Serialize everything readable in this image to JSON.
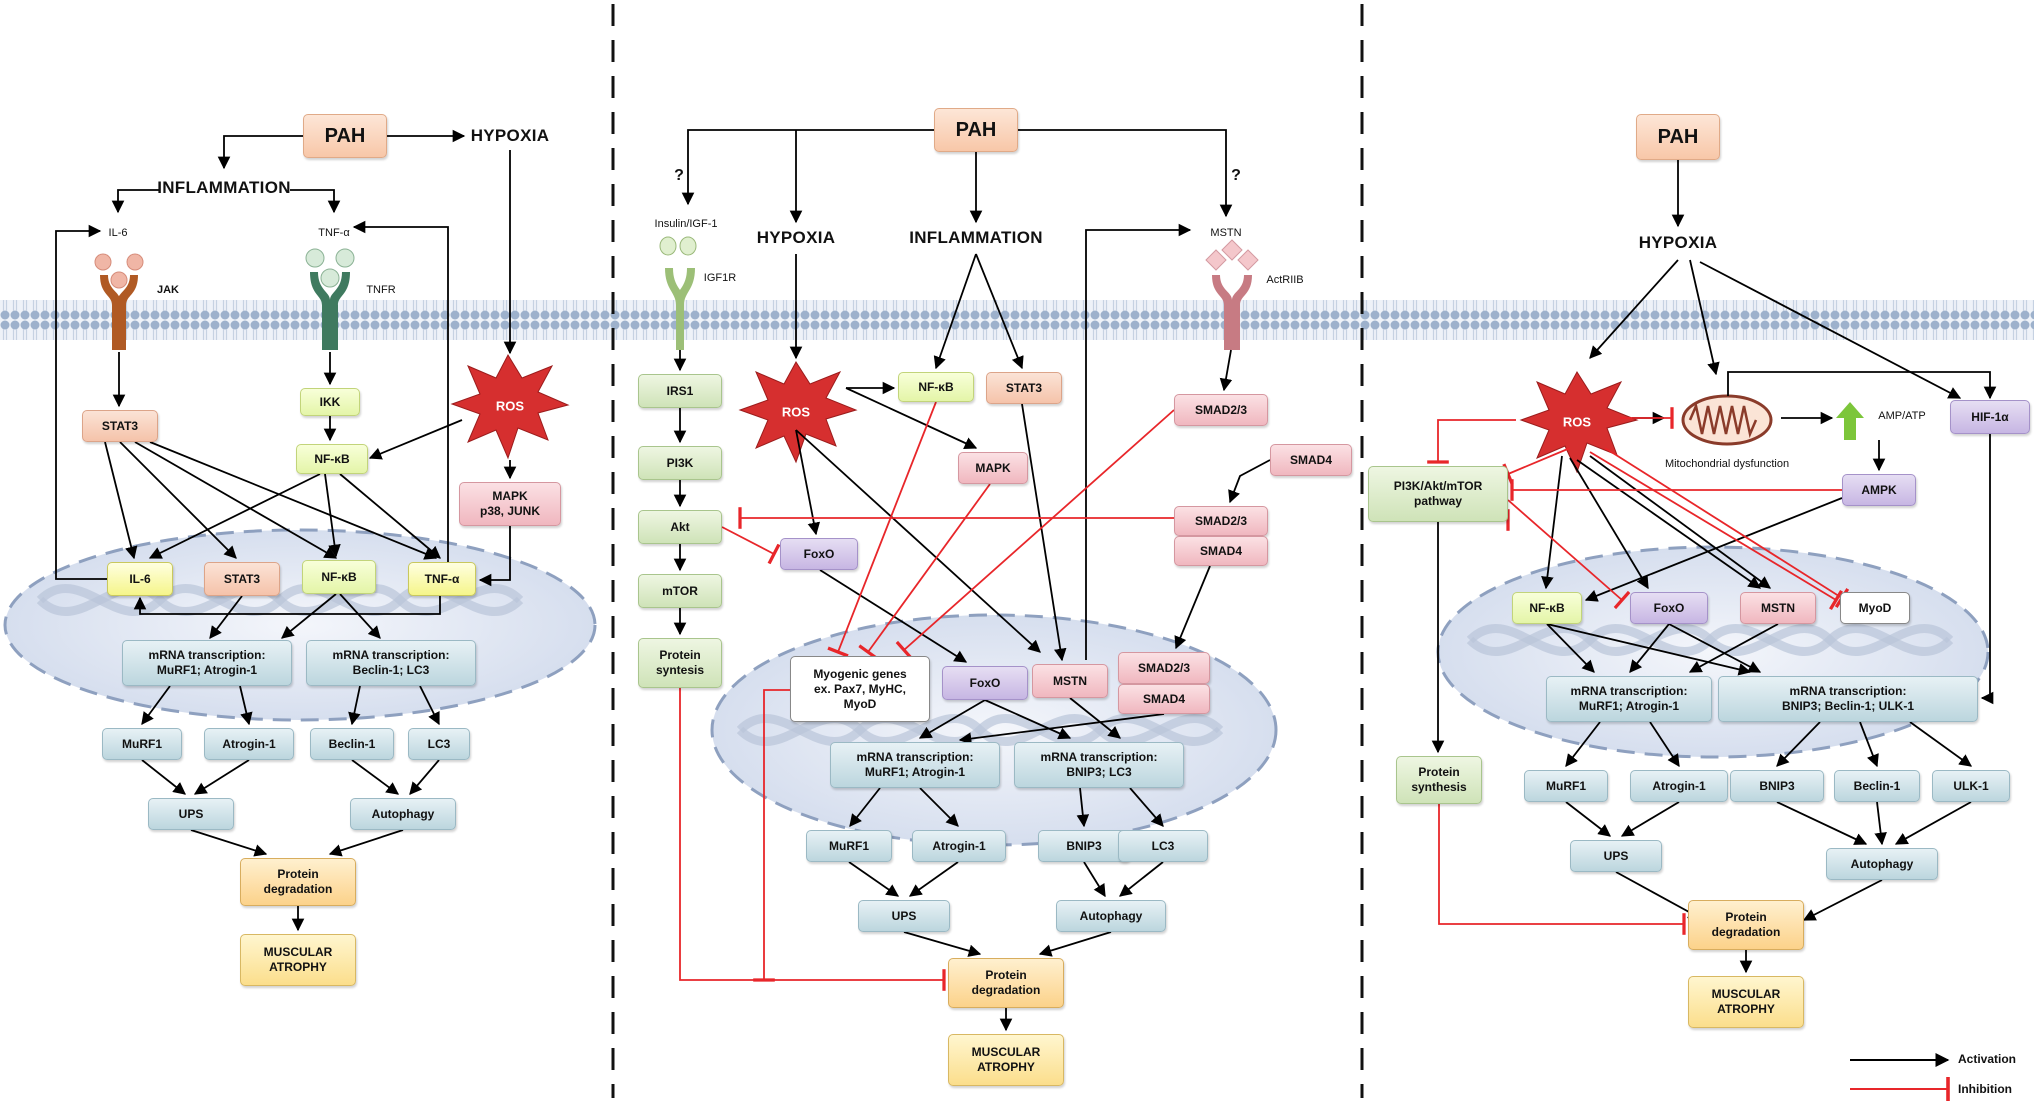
{
  "panel1": {
    "pah": "PAH",
    "hypoxia": "HYPOXIA",
    "inflammation": "INFLAMMATION",
    "il6_ligand": "IL-6",
    "tnf_ligand": "TNF-α",
    "jak": "JAK",
    "tnfr": "TNFR",
    "ros": "ROS",
    "stat3": "STAT3",
    "ikk": "IKK",
    "nfkb": "NF-κB",
    "mapk": "MAPK\np38, JUNK",
    "n_il6": "IL-6",
    "n_stat3": "STAT3",
    "n_nfkb": "NF-κB",
    "n_tnf": "TNF-α",
    "mrna1": "mRNA transcription:\nMuRF1; Atrogin-1",
    "mrna2": "mRNA transcription:\nBeclin-1; LC3",
    "murf1": "MuRF1",
    "atrogin": "Atrogin-1",
    "beclin": "Beclin-1",
    "lc3": "LC3",
    "ups": "UPS",
    "autophagy": "Autophagy",
    "protein_deg": "Protein\ndegradation",
    "atrophy": "MUSCULAR\nATROPHY"
  },
  "panel2": {
    "pah": "PAH",
    "q1": "?",
    "q2": "?",
    "insulin": "Insulin/IGF-1",
    "igf1r": "IGF1R",
    "hypoxia": "HYPOXIA",
    "inflammation": "INFLAMMATION",
    "mstn_ligand": "MSTN",
    "actriib": "ActRIIB",
    "ros": "ROS",
    "irs1": "IRS1",
    "pi3k": "PI3K",
    "akt": "Akt",
    "mtor": "mTOR",
    "protein_syn": "Protein\nsyntesis",
    "nfkb": "NF-κB",
    "stat3": "STAT3",
    "mapk": "MAPK",
    "foxo": "FoxO",
    "smad23": "SMAD2/3",
    "smad4": "SMAD4",
    "smad23b": "SMAD2/3",
    "smad4b": "SMAD4",
    "myogenic": "Myogenic genes\nex. Pax7, MyHC,\nMyoD",
    "n_foxo": "FoxO",
    "n_mstn": "MSTN",
    "n_smad23": "SMAD2/3",
    "n_smad4": "SMAD4",
    "mrna1": "mRNA transcription:\nMuRF1; Atrogin-1",
    "mrna2": "mRNA transcription:\nBNIP3; LC3",
    "murf1": "MuRF1",
    "atrogin": "Atrogin-1",
    "bnip3": "BNIP3",
    "lc3": "LC3",
    "ups": "UPS",
    "autophagy": "Autophagy",
    "protein_deg": "Protein\ndegradation",
    "atrophy": "MUSCULAR\nATROPHY"
  },
  "panel3": {
    "pah": "PAH",
    "hypoxia": "HYPOXIA",
    "ros": "ROS",
    "mito": "Mitochondrial\ndysfunction",
    "ampatp": "AMP/ATP",
    "hif": "HIF-1α",
    "pi3k_path": "PI3K/Akt/mTOR\npathway",
    "ampk": "AMPK",
    "nfkb": "NF-κB",
    "foxo": "FoxO",
    "mstn": "MSTN",
    "myod": "MyoD",
    "mrna1": "mRNA transcription:\nMuRF1; Atrogin-1",
    "mrna2": "mRNA transcription:\nBNIP3; Beclin-1; ULK-1",
    "protein_syn": "Protein\nsynthesis",
    "murf1": "MuRF1",
    "atrogin": "Atrogin-1",
    "bnip3": "BNIP3",
    "beclin": "Beclin-1",
    "ulk1": "ULK-1",
    "ups": "UPS",
    "autophagy": "Autophagy",
    "protein_deg": "Protein\ndegradation",
    "atrophy": "MUSCULAR\nATROPHY"
  },
  "legend": {
    "activation": "Activation",
    "inhibition": "Inhibition"
  },
  "colors": {
    "activation": "#000000",
    "inhibition": "#e8262a",
    "membrane": "#8fa6c4"
  }
}
